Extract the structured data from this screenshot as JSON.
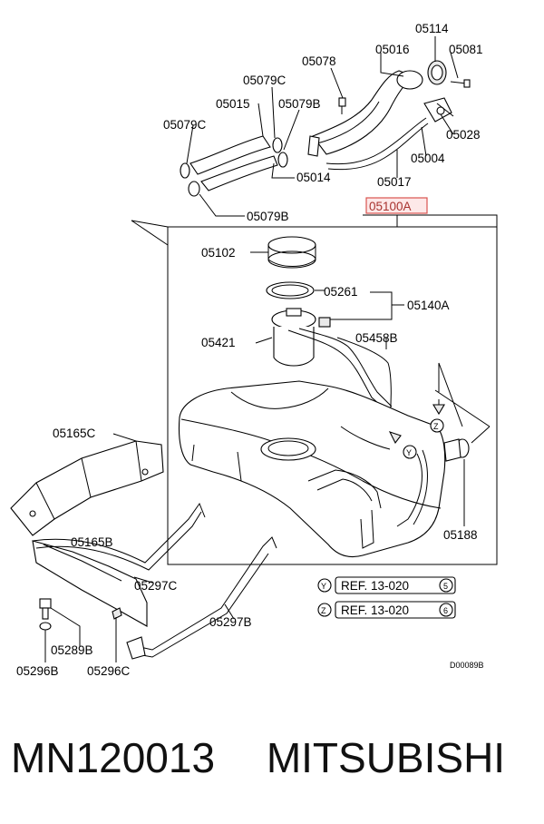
{
  "labels": {
    "l05114": "05114",
    "l05016": "05016",
    "l05081": "05081",
    "l05078": "05078",
    "l05079C_top": "05079C",
    "l05015": "05015",
    "l05079B_top": "05079B",
    "l05079C_left": "05079C",
    "l05028": "05028",
    "l05004": "05004",
    "l05014": "05014",
    "l05017": "05017",
    "l05079B_mid": "05079B",
    "l05100A": "05100A",
    "l05102": "05102",
    "l05261": "05261",
    "l05140A": "05140A",
    "l05421": "05421",
    "l05458B": "05458B",
    "l05165C": "05165C",
    "l05188": "05188",
    "l05165B": "05165B",
    "l05297C": "05297C",
    "l05297B": "05297B",
    "l05289B": "05289B",
    "l05296B": "05296B",
    "l05296C": "05296C"
  },
  "references": [
    {
      "letter": "Y",
      "text": "REF. 13-020",
      "num": "5"
    },
    {
      "letter": "Z",
      "text": "REF. 13-020",
      "num": "6"
    }
  ],
  "markers": {
    "y": "Y",
    "z": "Z"
  },
  "drawing_code": "D00089B",
  "footer": {
    "part_number": "MN120013",
    "brand": "MITSUBISHI"
  },
  "colors": {
    "highlight_box": "#d9534f",
    "line": "#000000"
  }
}
